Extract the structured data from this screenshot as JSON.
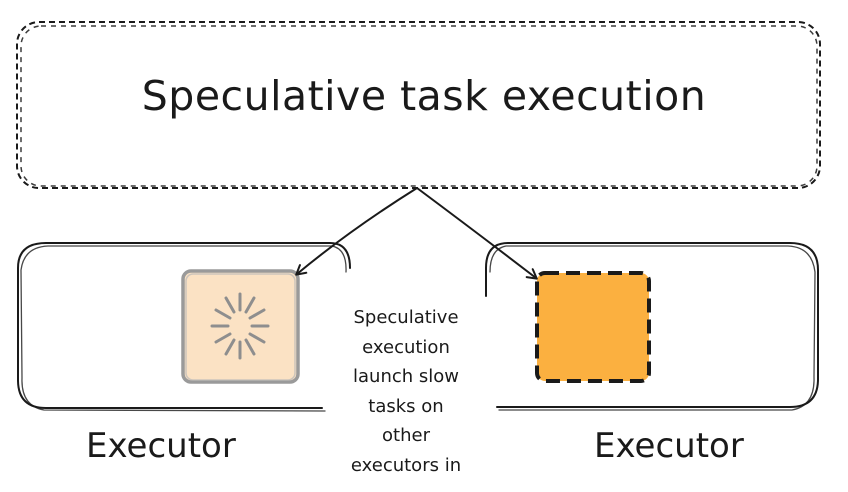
{
  "title": "Speculative task execution",
  "note_lines": [
    "Speculative",
    "execution",
    "launch slow",
    "tasks on",
    "other",
    "executors in"
  ],
  "executors": [
    {
      "label": "Executor",
      "task_state": "slow / in progress",
      "task_color": "#fbe2c4"
    },
    {
      "label": "Executor",
      "task_state": "speculative copy",
      "task_color": "#fbb040"
    }
  ],
  "colors": {
    "ink": "#1a1a1a",
    "slow_task_fill": "#fbe2c4",
    "slow_task_border": "#9a9a9a",
    "speculative_task_fill": "#fbb040"
  },
  "icons": {
    "slow_task": "loading-spinner-icon"
  }
}
